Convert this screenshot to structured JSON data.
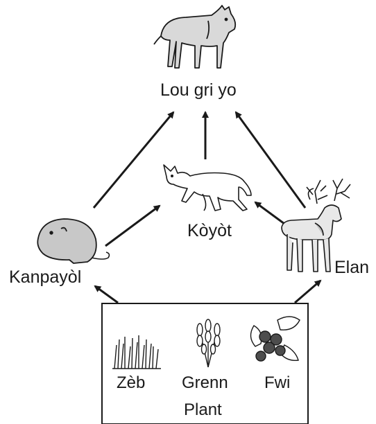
{
  "organisms": {
    "wolf": "Lou gri yo",
    "coyote": "Kòyòt",
    "vole": "Kanpayòl",
    "elk": "Elan"
  },
  "producers": {
    "grass": "Zèb",
    "grain_line1": "Grenn",
    "grain_line2": "Plant",
    "fruit": "Fwi"
  },
  "colors": {
    "ink": "#1a1a1a",
    "fill": "#d9d9d9",
    "background": "#ffffff"
  },
  "icons": [
    "wolf-icon",
    "coyote-icon",
    "vole-icon",
    "elk-icon",
    "grass-icon",
    "wheat-icon",
    "berries-icon"
  ]
}
